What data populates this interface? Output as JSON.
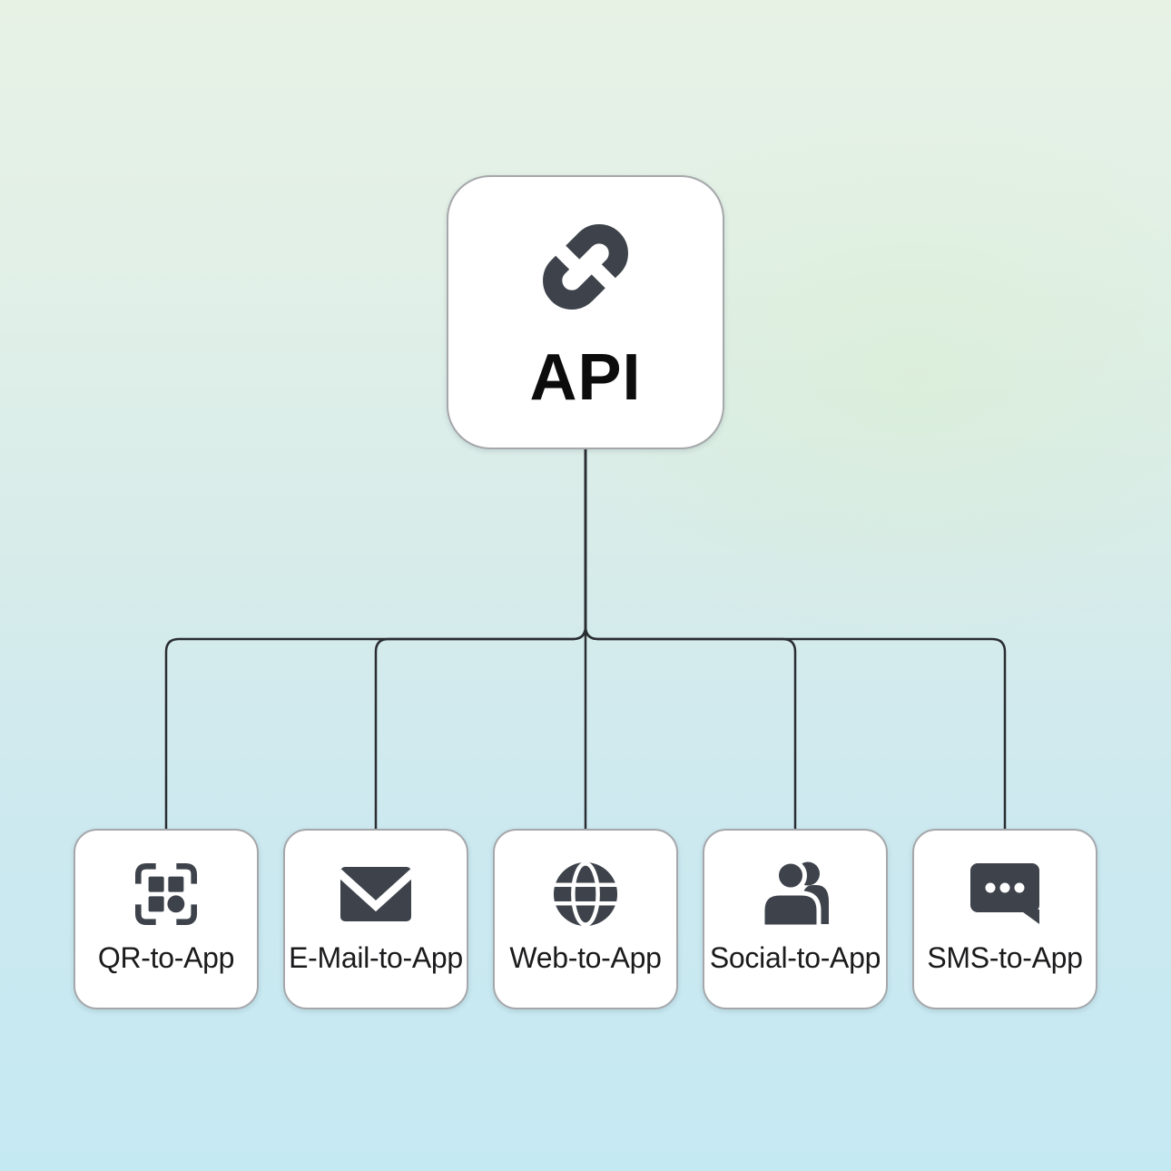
{
  "diagram": {
    "root": {
      "label": "API",
      "icon": "link-icon"
    },
    "children": [
      {
        "label": "QR-to-App",
        "icon": "qr-grid-icon"
      },
      {
        "label": "E-Mail-to-App",
        "icon": "envelope-icon"
      },
      {
        "label": "Web-to-App",
        "icon": "globe-icon"
      },
      {
        "label": "Social-to-App",
        "icon": "people-icon"
      },
      {
        "label": "SMS-to-App",
        "icon": "chat-bubble-icon"
      }
    ]
  },
  "colors": {
    "background_top": "#e7f2e5",
    "background_bottom": "#c5e9f3",
    "card_background": "#ffffff",
    "card_border": "#a5a7aa",
    "icon": "#3e434b",
    "connector_line": "#2a2d31",
    "root_label_text": "#0c0c0c",
    "child_label_text": "#1b1b1d"
  }
}
